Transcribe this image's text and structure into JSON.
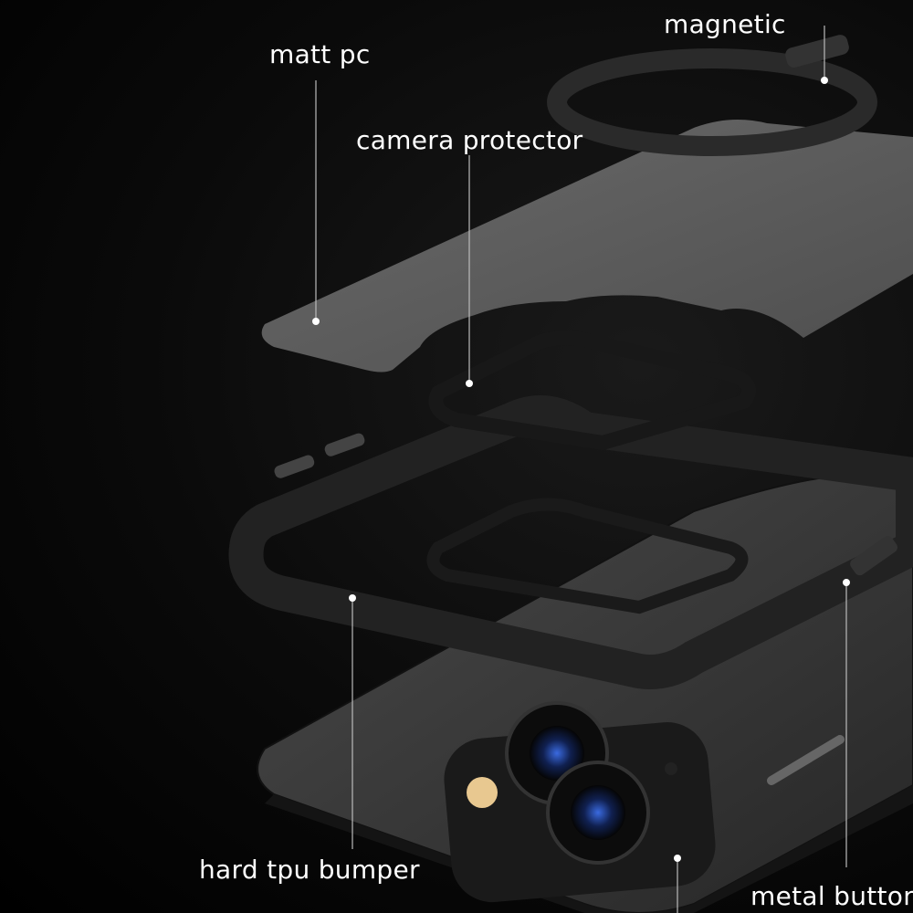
{
  "labels": {
    "magnetic": "magnetic",
    "matt_pc": "matt pc",
    "camera_protector": "camera protector",
    "hard_tpu_bumper": "hard tpu bumper",
    "metal_button": "metal button"
  },
  "colors": {
    "background": "#000000",
    "matt_pc": "#5e5e5e",
    "bumper": "#1c1c1c",
    "phone_back": "#3a3a3a",
    "label_text": "#ffffff",
    "lens_accent": "#2a4fb0"
  }
}
